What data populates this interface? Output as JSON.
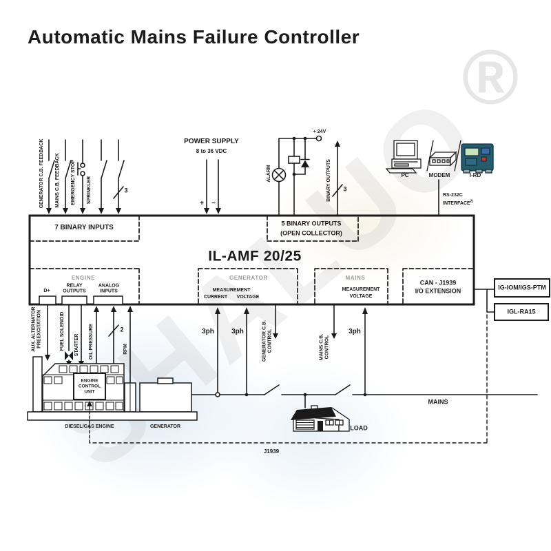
{
  "title": "Automatic Mains Failure Controller",
  "watermark": {
    "text": "SHALUO",
    "registered": "®"
  },
  "binary_inputs": {
    "box_label": "7 BINARY INPUTS",
    "labels": [
      "GENERATOR C.B. FEEDBACK",
      "MAINS C.B. FEEDBACK",
      "EMERGENCY STOP",
      "SPRINKLER"
    ],
    "more_count": "3"
  },
  "power_supply": {
    "line1": "POWER SUPPLY",
    "line2": "8 to 36 VDC",
    "plus": "+",
    "minus": "−"
  },
  "alarm_circuit": {
    "alarm": "ALARM",
    "v24": "+ 24V"
  },
  "binary_outputs": {
    "label": "BINARY OUTPUTS",
    "count": "3",
    "box_label1": "5 BINARY OUTPUTS",
    "box_label2": "(OPEN COLLECTOR)"
  },
  "remote": {
    "pc": "PC",
    "modem": "MODEM",
    "ird": "I-RD",
    "rs232_line1": "RS-232C",
    "rs232_line2": "INTERFACE",
    "rs232_note": "2)"
  },
  "controller": {
    "model": "IL-AMF 20/25"
  },
  "engine_section": {
    "header": "ENGINE",
    "dplus": "D+",
    "relay1": "RELAY",
    "relay2": "OUTPUTS",
    "analog1": "ANALOG",
    "analog2": "INPUTS"
  },
  "generator_section": {
    "header": "GENERATOR",
    "measurement": "MEASUREMENT",
    "current": "CURRENT",
    "voltage": "VOLTAGE"
  },
  "mains_section": {
    "header": "MAINS",
    "measurement": "MEASUREMENT",
    "voltage": "VOLTAGE"
  },
  "can_section": {
    "line1": "CAN - J1939",
    "line2": "I/O EXTENSION"
  },
  "extensions": {
    "box1": "IG-IOM/IGS-PTM",
    "box2": "IGL-RA15",
    "bus": "J1939"
  },
  "engine_wires": {
    "aux1": "AUX. ALTERNATOR",
    "aux2": "PREEXCITATION",
    "fuel": "FUEL SOLENOID",
    "starter": "STARTER",
    "oil": "OIL PRESSURE",
    "rpm": "RPM",
    "analog_count": "2"
  },
  "genset": {
    "ecu1": "ENGINE",
    "ecu2": "CONTROL",
    "ecu3": "UNIT",
    "engine_label": "DIESEL/GAS ENGINE",
    "generator_label": "GENERATOR"
  },
  "bus": {
    "ph1": "3ph",
    "ph2": "3ph",
    "ph3": "3ph",
    "gcb1": "GENERATOR C.B.",
    "gcb2": "CONTROL",
    "mcb1": "MAINS C.B.",
    "mcb2": "CONTROL",
    "mains": "MAINS",
    "load": "LOAD"
  }
}
